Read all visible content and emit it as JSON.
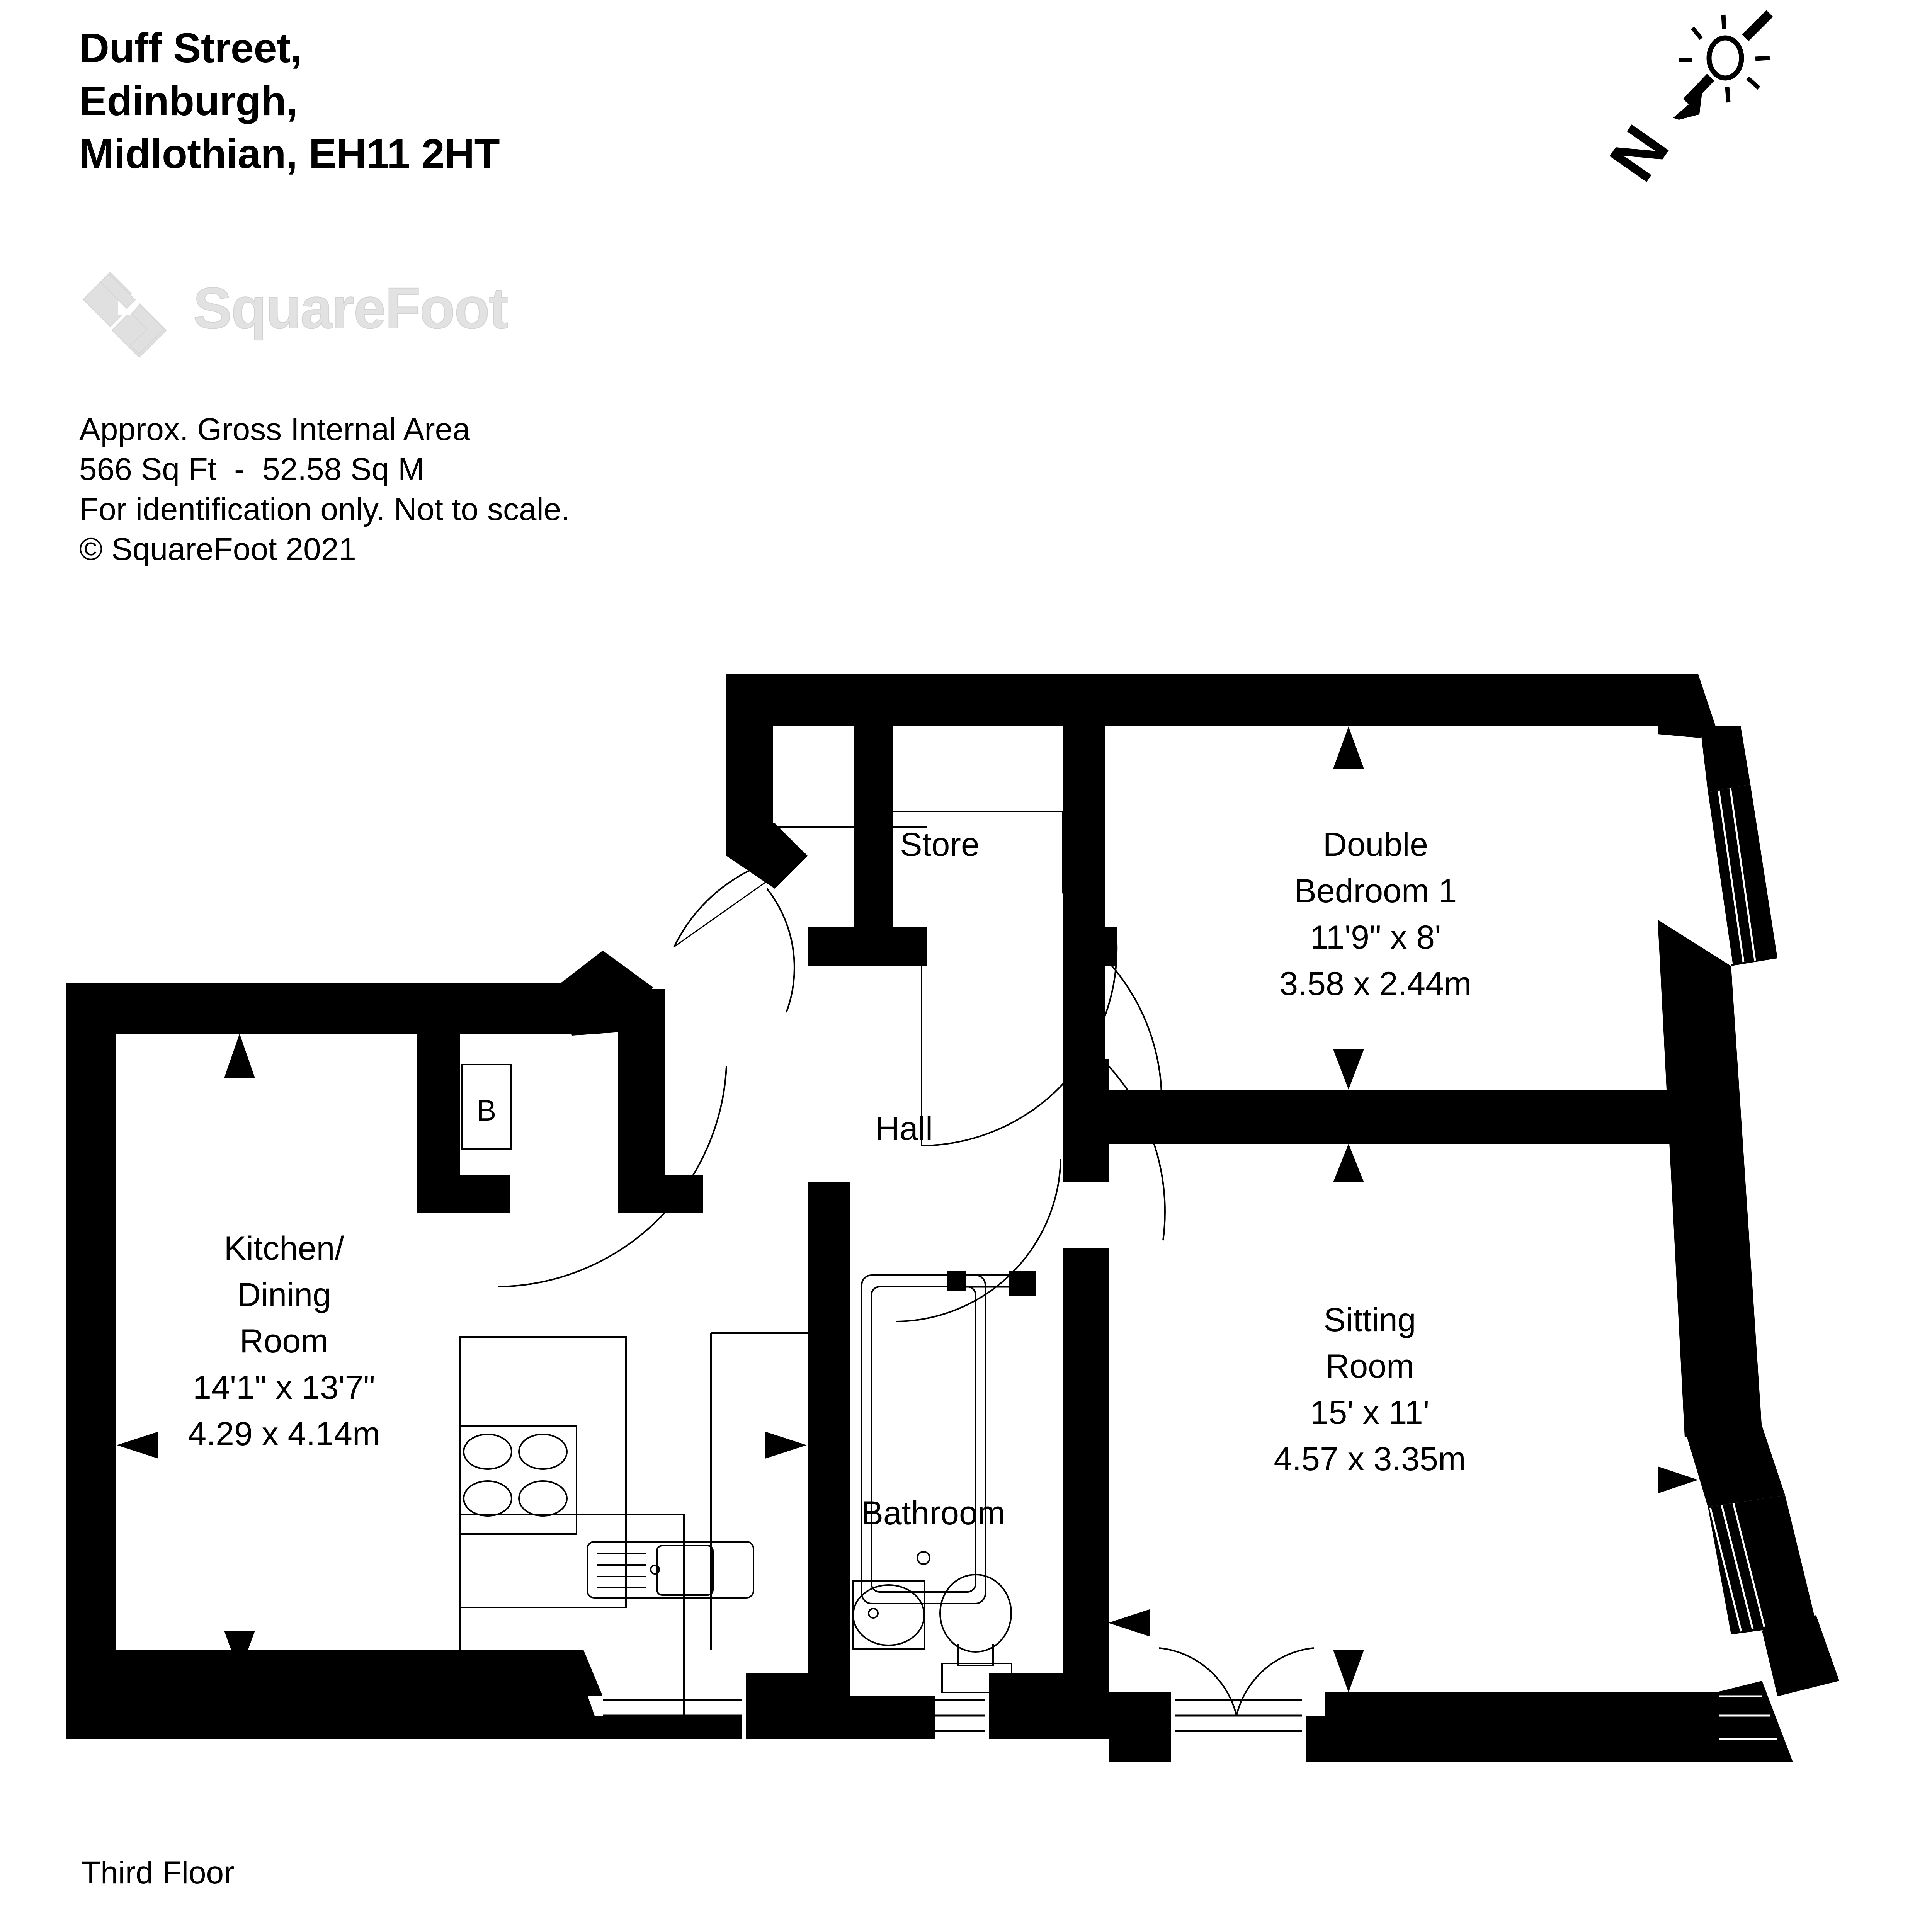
{
  "header": {
    "address": "Duff Street,\nEdinburgh,\nMidlothian, EH11 2HT",
    "logo_text": "SquareFoot",
    "logo_mark_name": "squarefoot-diamond-logo"
  },
  "area_info": {
    "line1": "Approx. Gross Internal Area",
    "line2": "566 Sq Ft  -  52.58 Sq M",
    "line3": "For identification only. Not to scale.",
    "line4": "© SquareFoot 2021"
  },
  "compass": {
    "north_letter": "N",
    "sun_icon": "sun-icon",
    "arrow_icon": "north-arrow-icon"
  },
  "floor_caption": "Third Floor",
  "rooms": [
    {
      "id": "store",
      "name": "Store",
      "lines": [
        "Store"
      ]
    },
    {
      "id": "hall",
      "name": "Hall",
      "lines": [
        "Hall"
      ]
    },
    {
      "id": "double-bedroom-1",
      "name": "Double Bedroom 1",
      "lines": [
        "Double",
        "Bedroom 1",
        "11'9\" x 8'",
        "3.58 x 2.44m"
      ],
      "imperial": "11'9\" x 8'",
      "metric": "3.58 x 2.44m"
    },
    {
      "id": "kitchen-dining-room",
      "name": "Kitchen/Dining Room",
      "lines": [
        "Kitchen/",
        "Dining",
        "Room",
        "14'1\" x 13'7\"",
        "4.29 x 4.14m"
      ],
      "imperial": "14'1\" x 13'7\"",
      "metric": "4.29 x 4.14m"
    },
    {
      "id": "bathroom",
      "name": "Bathroom",
      "lines": [
        "Bathroom"
      ]
    },
    {
      "id": "sitting-room",
      "name": "Sitting Room",
      "lines": [
        "Sitting",
        "Room",
        "15' x 11'",
        "4.57 x 3.35m"
      ],
      "imperial": "15' x 11'",
      "metric": "4.57 x 3.35m"
    }
  ],
  "annotations": {
    "boiler": "B"
  },
  "colors": {
    "wall": "#000000",
    "background": "#ffffff",
    "logo_gray": "#e2e2e2"
  }
}
